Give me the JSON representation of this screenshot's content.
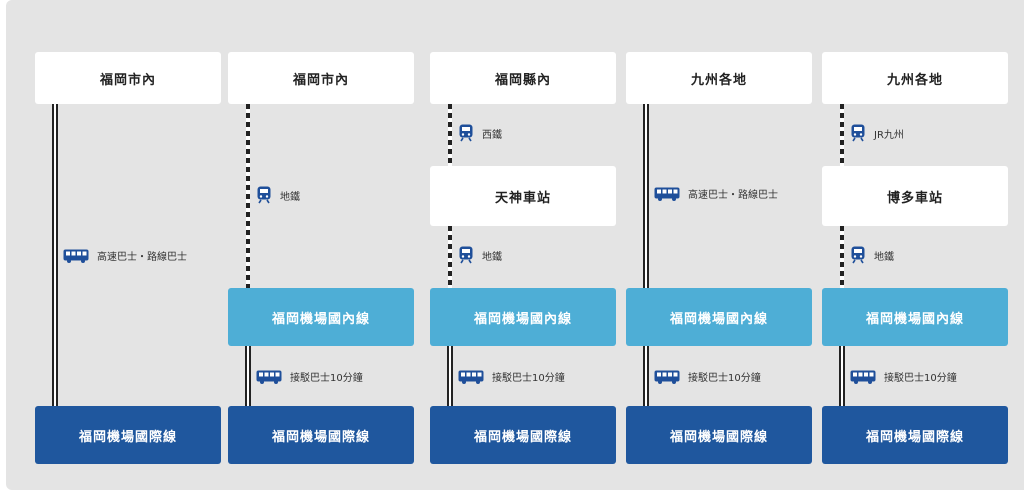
{
  "colors": {
    "accent_light": "#4eaed6",
    "accent_dark": "#1f579e",
    "icon": "#1f4f9a",
    "background": "#e4e4e4"
  },
  "columns": [
    {
      "origin": "福岡市內",
      "legs": [
        {
          "icon": "bus-icon",
          "label": "高速巴士・路線巴士",
          "line": "solid"
        }
      ],
      "destination": "福岡機場國際線"
    },
    {
      "origin": "福岡市內",
      "legs": [
        {
          "icon": "train-icon",
          "label": "地鐵",
          "line": "dotted"
        },
        {
          "icon": "bus-icon",
          "label": "接駁巴士10分鐘",
          "line": "solid"
        }
      ],
      "transfer": "福岡機場國內線",
      "destination": "福岡機場國際線"
    },
    {
      "origin": "福岡縣內",
      "legs": [
        {
          "icon": "train-icon",
          "label": "西鐵",
          "line": "dotted"
        },
        {
          "icon": "train-icon",
          "label": "地鐵",
          "line": "dotted"
        },
        {
          "icon": "bus-icon",
          "label": "接駁巴士10分鐘",
          "line": "solid"
        }
      ],
      "station": "天神車站",
      "transfer": "福岡機場國內線",
      "destination": "福岡機場國際線"
    },
    {
      "origin": "九州各地",
      "legs": [
        {
          "icon": "bus-icon",
          "label": "高速巴士・路線巴士",
          "line": "solid"
        },
        {
          "icon": "bus-icon",
          "label": "接駁巴士10分鐘",
          "line": "solid"
        }
      ],
      "transfer": "福岡機場國內線",
      "destination": "福岡機場國際線"
    },
    {
      "origin": "九州各地",
      "legs": [
        {
          "icon": "train-icon",
          "label": "JR九州",
          "line": "dotted"
        },
        {
          "icon": "train-icon",
          "label": "地鐵",
          "line": "dotted"
        },
        {
          "icon": "bus-icon",
          "label": "接駁巴士10分鐘",
          "line": "solid"
        }
      ],
      "station": "博多車站",
      "transfer": "福岡機場國內線",
      "destination": "福岡機場國際線"
    }
  ]
}
